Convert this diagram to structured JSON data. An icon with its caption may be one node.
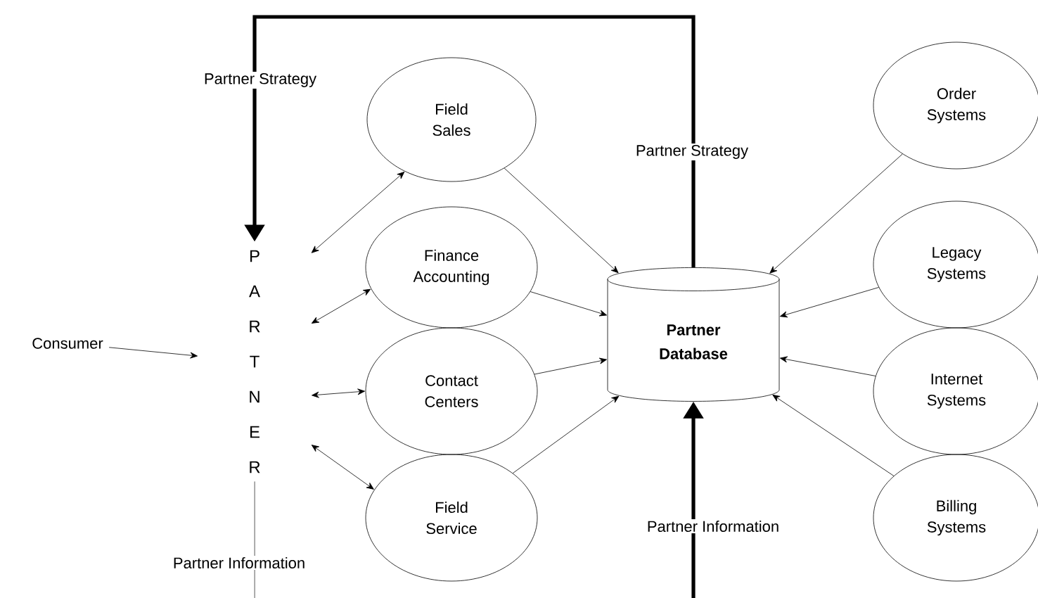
{
  "diagram": {
    "nodes": [
      {
        "text": [
          "Consumer"
        ]
      },
      {
        "text": [
          "P A R T N E R"
        ]
      },
      {
        "text": [
          "Field Sales"
        ]
      },
      {
        "text": [
          "Finance Accounting"
        ]
      },
      {
        "text": [
          "Contact Centers"
        ]
      },
      {
        "text": [
          "Field Service"
        ]
      },
      {
        "text": [
          "Partner Database"
        ]
      },
      {
        "text": [
          "Order Systems"
        ]
      },
      {
        "text": [
          "Legacy Systems"
        ]
      },
      {
        "text": [
          "Internet Systems"
        ]
      },
      {
        "text": [
          "Billing Systems"
        ]
      }
    ],
    "edges": [
      {
        "from": 0,
        "to": 1,
        "arrow": "to"
      },
      {
        "from": 1,
        "to": 2,
        "arrow": "both"
      },
      {
        "from": 1,
        "to": 3,
        "arrow": "both"
      },
      {
        "from": 1,
        "to": 4,
        "arrow": "both"
      },
      {
        "from": 1,
        "to": 5,
        "arrow": "both"
      },
      {
        "from": 2,
        "to": 6,
        "arrow": "to"
      },
      {
        "from": 3,
        "to": 6,
        "arrow": "to"
      },
      {
        "from": 4,
        "to": 6,
        "arrow": "to"
      },
      {
        "from": 5,
        "to": 6,
        "arrow": "to"
      },
      {
        "from": 7,
        "to": 6,
        "arrow": "to"
      },
      {
        "from": 8,
        "to": 6,
        "arrow": "to"
      },
      {
        "from": 9,
        "to": 6,
        "arrow": "to"
      },
      {
        "from": 10,
        "to": 6,
        "arrow": "to"
      },
      {
        "from": 6,
        "to": 1,
        "arrow": "to",
        "style": "thick",
        "label": "Partner Strategy"
      },
      {
        "from": 1,
        "to": null,
        "arrow": "none",
        "label": "Partner Information"
      },
      {
        "from": null,
        "to": 6,
        "arrow": "to",
        "style": "thick",
        "label": "Partner Information"
      }
    ],
    "labels": [
      "Partner Strategy"
    ]
  }
}
